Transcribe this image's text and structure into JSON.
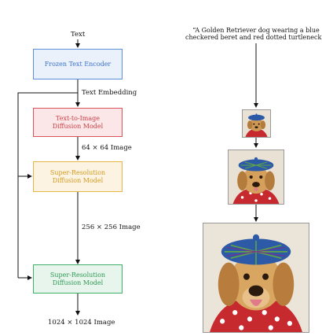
{
  "diagram": {
    "input_label": "Text",
    "encoder_label": "Frozen Text Encoder",
    "embedding_label": "Text Embedding",
    "t2i_line1": "Text-to-Image",
    "t2i_line2": "Diffusion Model",
    "edge1_label": "64 × 64 Image",
    "sr1_line1": "Super-Resolution",
    "sr1_line2": "Diffusion Model",
    "edge2_label": "256 × 256 Image",
    "sr2_line1": "Super-Resolution",
    "sr2_line2": "Diffusion Model",
    "output_label": "1024 × 1024 Image"
  },
  "example": {
    "prompt_line1": "“A Golden Retriever dog wearing a blue",
    "prompt_line2": "checkered beret and red dotted turtleneck.”"
  },
  "colors": {
    "encoder_fill": "#eaf1fb",
    "encoder_border": "#5b8fd9",
    "encoder_text": "#3d72c9",
    "t2i_fill": "#fbe7e7",
    "t2i_border": "#d9535b",
    "t2i_text": "#cc4048",
    "sr1_fill": "#fdf3e2",
    "sr1_border": "#e6b548",
    "sr1_text": "#d19a1f",
    "sr2_fill": "#e8f5ec",
    "sr2_border": "#3fae66",
    "sr2_text": "#2f9956"
  },
  "icons": [
    "dog-image-64",
    "dog-image-256",
    "dog-image-1024"
  ]
}
